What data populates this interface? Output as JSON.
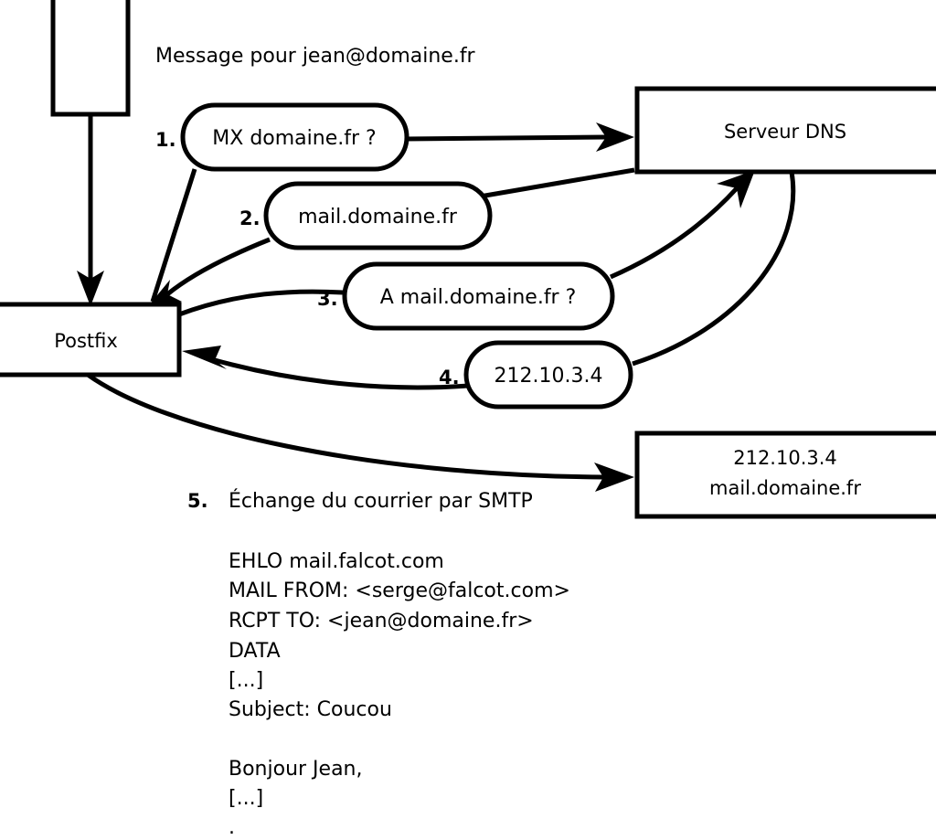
{
  "diagram": {
    "title_note": "Message pour jean@domaine.fr",
    "nodes": {
      "mua_box": {
        "label": ""
      },
      "postfix_box": {
        "label": "Postfix"
      },
      "dns_box": {
        "label": "Serveur DNS"
      },
      "mail_server_box": {
        "line1": "212.10.3.4",
        "line2": "mail.domaine.fr"
      }
    },
    "steps": [
      {
        "num": "1.",
        "label": "MX domaine.fr ?"
      },
      {
        "num": "2.",
        "label": "mail.domaine.fr"
      },
      {
        "num": "3.",
        "label": "A mail.domaine.fr ?"
      },
      {
        "num": "4.",
        "label": "212.10.3.4"
      },
      {
        "num": "5.",
        "label": "Échange du courrier par SMTP"
      }
    ],
    "smtp_transcript": [
      "EHLO mail.falcot.com",
      "MAIL FROM: <serge@falcot.com>",
      "RCPT TO: <jean@domaine.fr>",
      "DATA",
      "[...]",
      "Subject: Coucou",
      "",
      "Bonjour Jean,",
      "[...]",
      "."
    ],
    "colors": {
      "stroke": "#000000",
      "fill": "#ffffff",
      "text": "#000000"
    }
  }
}
